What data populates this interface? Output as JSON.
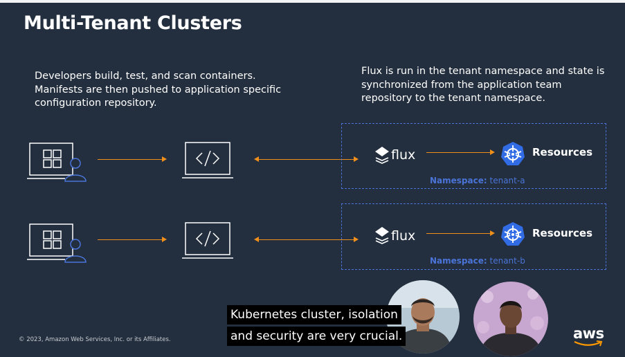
{
  "slide": {
    "title": "Multi-Tenant Clusters",
    "left_description": "Developers build, test, and scan containers. Manifests are then pushed to application specific configuration repository.",
    "right_description": "Flux is run in the tenant namespace and state is synchronized from the application team repository to the tenant namespace."
  },
  "rows": [
    {
      "flux_label": "flux",
      "resources_label": "Resources",
      "namespace_prefix": "Namespace:",
      "namespace_name": "tenant-a"
    },
    {
      "flux_label": "flux",
      "resources_label": "Resources",
      "namespace_prefix": "Namespace:",
      "namespace_name": "tenant-b"
    }
  ],
  "icons": {
    "developer": "developer-laptop-user-icon",
    "code": "code-laptop-icon",
    "flux": "flux-logo-icon",
    "kubernetes": "kubernetes-helm-icon"
  },
  "footer": {
    "copyright": "© 2023, Amazon Web Services, Inc. or its Affiliates.",
    "brand": "aws"
  },
  "captions": {
    "line1": "Kubernetes cluster, isolation",
    "line2": "and security are very crucial."
  },
  "colors": {
    "background": "#232f3e",
    "arrow": "#f18f1b",
    "namespace_blue": "#4a74d8",
    "kubernetes_blue": "#326ce5",
    "aws_orange": "#ff9900"
  }
}
